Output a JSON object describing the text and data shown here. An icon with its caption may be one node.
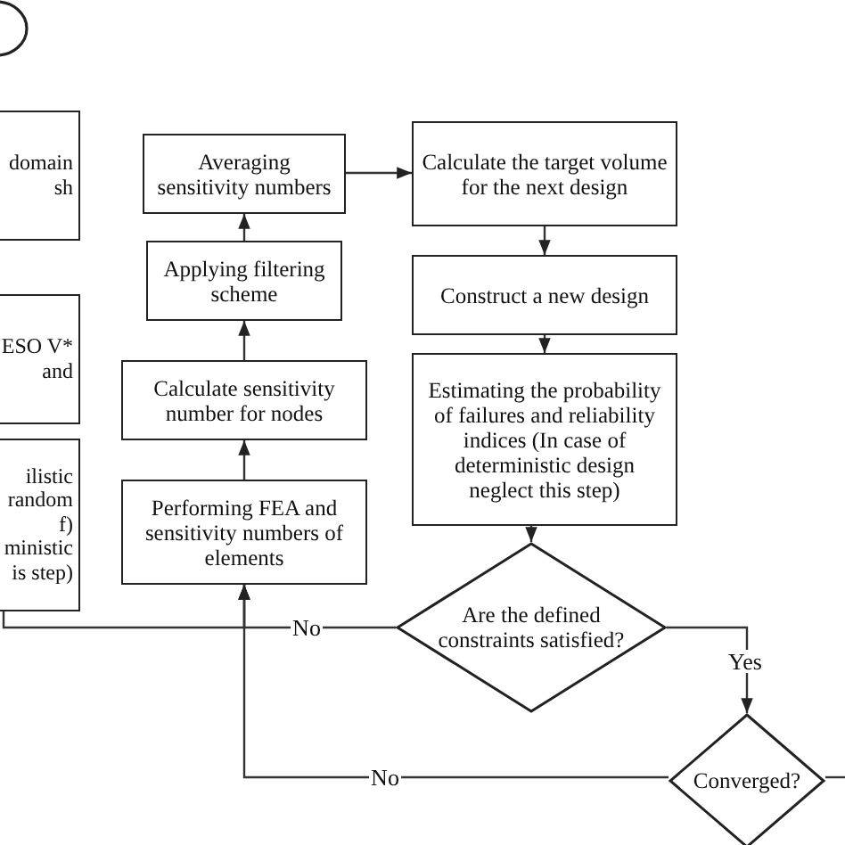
{
  "diagram": {
    "nodes": [
      {
        "text": [],
        "shape": "circle"
      },
      {
        "text": [
          "domain sh"
        ]
      },
      {
        "text": [
          "ESO V* and"
        ]
      },
      {
        "text": [
          "ilistic random f) ministic is step)"
        ]
      },
      {
        "text": [
          "Averaging sensitivity numbers"
        ]
      },
      {
        "text": [
          "Applying filtering scheme"
        ]
      },
      {
        "text": [
          "Calculate sensitivity number for nodes"
        ]
      },
      {
        "text": [
          "Performing FEA and sensitivity numbers of elements"
        ]
      },
      {
        "text": [
          "Calculate the target volume for the next design"
        ]
      },
      {
        "text": [
          "Construct a new design"
        ]
      },
      {
        "text": [
          "Estimating the probability of failures and reliability indices (In case of deterministic design neglect this step)"
        ]
      },
      {
        "text": [
          "Are the defined constraints satisfied?"
        ]
      },
      {
        "text": [
          "Converged?"
        ]
      }
    ],
    "edges": [
      {
        "from": 7,
        "to": 6,
        "arrow": "to"
      },
      {
        "from": 6,
        "to": 5,
        "arrow": "to"
      },
      {
        "from": 5,
        "to": 4,
        "arrow": "to"
      },
      {
        "from": 4,
        "to": 8,
        "arrow": "to"
      },
      {
        "from": 8,
        "to": 9,
        "arrow": "to"
      },
      {
        "from": 9,
        "to": 10,
        "arrow": "to"
      },
      {
        "from": 10,
        "to": 11,
        "arrow": "to"
      },
      {
        "from": 11,
        "to": 7,
        "arrow": "to",
        "label": "No"
      },
      {
        "from": 3,
        "to": 7,
        "arrow": "to"
      },
      {
        "from": 12,
        "to": 7,
        "arrow": "to",
        "label": "No"
      },
      {
        "from": 11,
        "to": 12,
        "arrow": "to",
        "label": "Yes"
      },
      {
        "from": 12,
        "to": null,
        "arrow": "none"
      }
    ]
  }
}
